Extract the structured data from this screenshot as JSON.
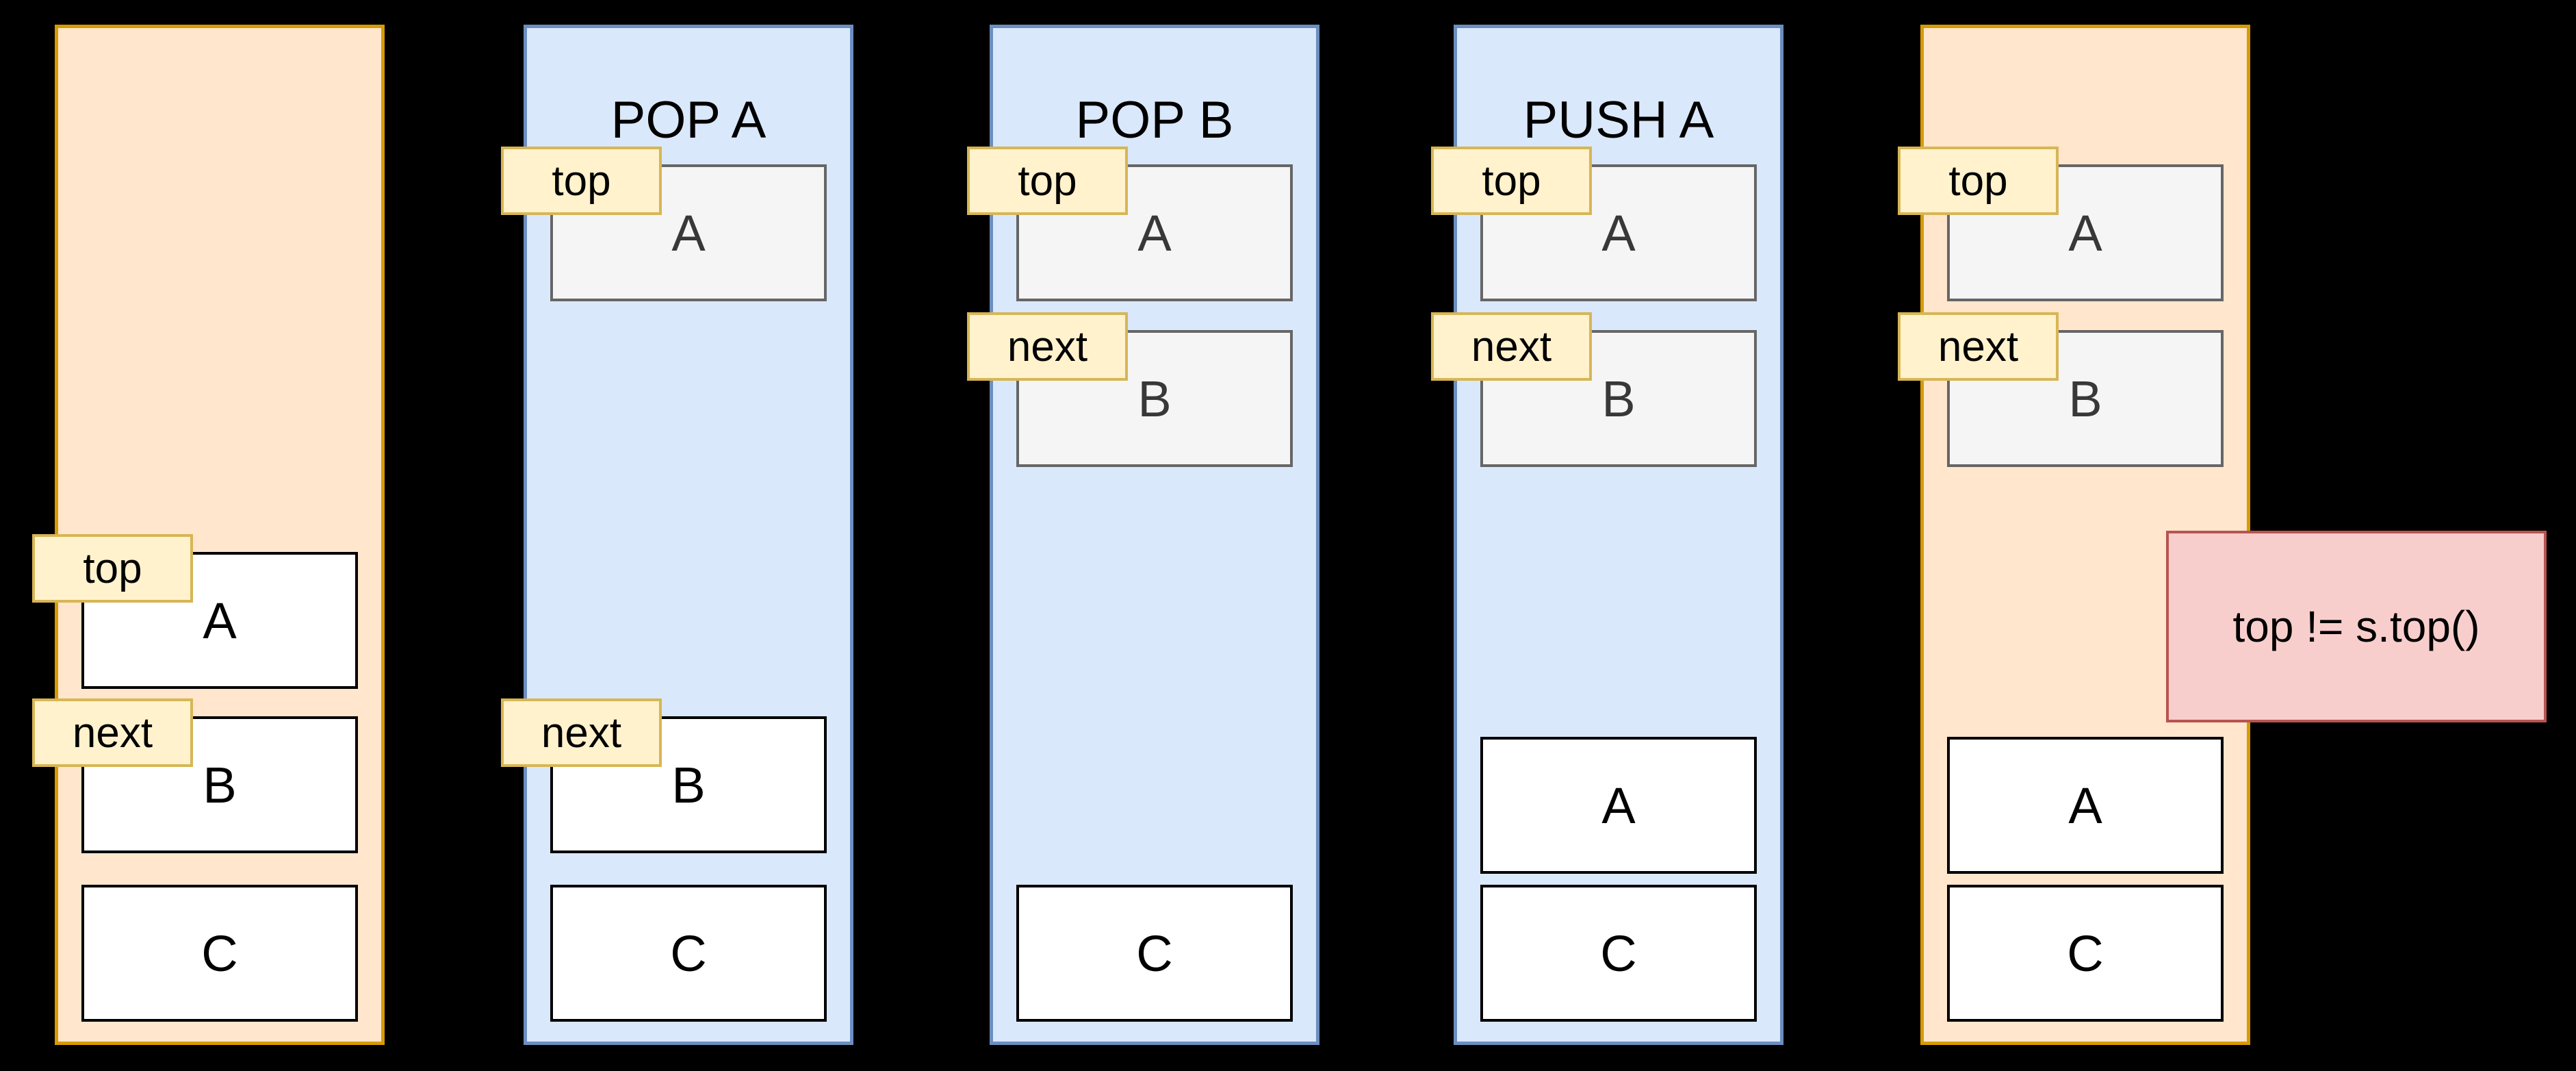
{
  "diagram": {
    "background": "#000000",
    "themes": {
      "stack_initial_final": {
        "fill": "#ffe6cc",
        "stroke": "#d79b00"
      },
      "stack_operation": {
        "fill": "#dae8fc",
        "stroke": "#6c8ebf"
      },
      "pointer_tag": {
        "fill": "#fff2cc",
        "stroke": "#d6b656"
      },
      "popped_value": {
        "fill": "#f5f5f5",
        "stroke": "#666666"
      },
      "stack_item": {
        "fill": "#ffffff",
        "stroke": "#000000"
      },
      "annotation": {
        "fill": "#f8cecc",
        "stroke": "#b85450"
      }
    },
    "columns": [
      {
        "id": "initial-stack",
        "theme": "orange",
        "header": "",
        "cells": [
          {
            "label": "A",
            "variant": "white",
            "tag": "top"
          },
          {
            "label": "B",
            "variant": "white",
            "tag": "next"
          },
          {
            "label": "C",
            "variant": "white"
          }
        ]
      },
      {
        "id": "pop-a",
        "theme": "blue",
        "header": "POP A",
        "cells": [
          {
            "label": "A",
            "variant": "grey",
            "tag": "top"
          },
          {
            "label": "B",
            "variant": "white",
            "tag": "next"
          },
          {
            "label": "C",
            "variant": "white"
          }
        ]
      },
      {
        "id": "pop-b",
        "theme": "blue",
        "header": "POP B",
        "cells": [
          {
            "label": "A",
            "variant": "grey",
            "tag": "top"
          },
          {
            "label": "B",
            "variant": "grey",
            "tag": "next"
          },
          {
            "label": "C",
            "variant": "white"
          }
        ]
      },
      {
        "id": "push-a",
        "theme": "blue",
        "header": "PUSH A",
        "cells": [
          {
            "label": "A",
            "variant": "grey",
            "tag": "top"
          },
          {
            "label": "B",
            "variant": "grey",
            "tag": "next"
          },
          {
            "label": "A",
            "variant": "white"
          },
          {
            "label": "C",
            "variant": "white"
          }
        ]
      },
      {
        "id": "final-stack",
        "theme": "orange",
        "header": "",
        "cells": [
          {
            "label": "A",
            "variant": "grey",
            "tag": "top"
          },
          {
            "label": "B",
            "variant": "grey",
            "tag": "next"
          },
          {
            "label": "A",
            "variant": "white"
          },
          {
            "label": "C",
            "variant": "white"
          }
        ]
      }
    ],
    "annotation": {
      "text": "top != s.top()"
    }
  }
}
